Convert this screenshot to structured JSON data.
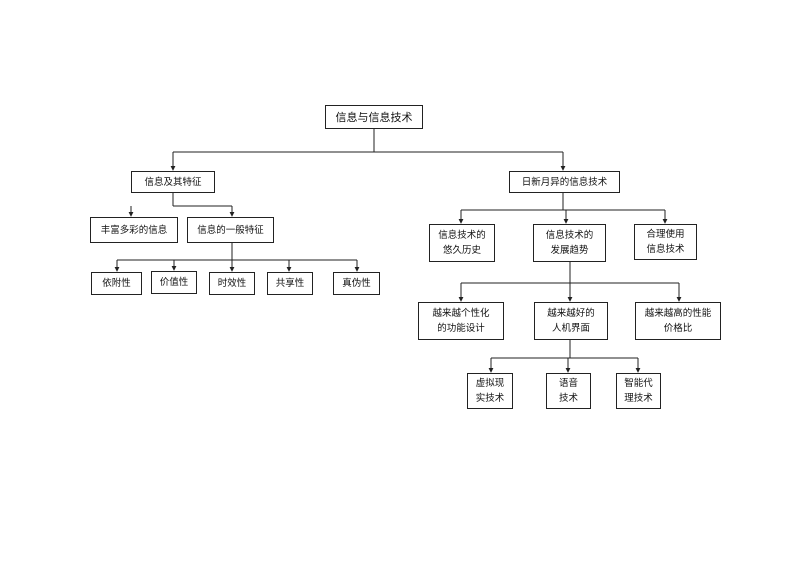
{
  "diagram": {
    "root": "信息与信息技术",
    "a": "信息及其特征",
    "a1": "丰富多彩的信息",
    "a2": "信息的一般特征",
    "a2_1": "依附性",
    "a2_2": "价值性",
    "a2_3": "时效性",
    "a2_4": "共享性",
    "a2_5": "真伪性",
    "b": "日新月异的信息技术",
    "b1": "信息技术的\n悠久历史",
    "b2": "信息技术的\n发展趋势",
    "b3": "合理使用\n信息技术",
    "b2_1": "越来越个性化\n的功能设计",
    "b2_2": "越来越好的\n人机界面",
    "b2_3": "越来越高的性能\n价格比",
    "b2_2_1": "虚拟现\n实技术",
    "b2_2_2": "语音\n技术",
    "b2_2_3": "智能代\n理技术"
  }
}
